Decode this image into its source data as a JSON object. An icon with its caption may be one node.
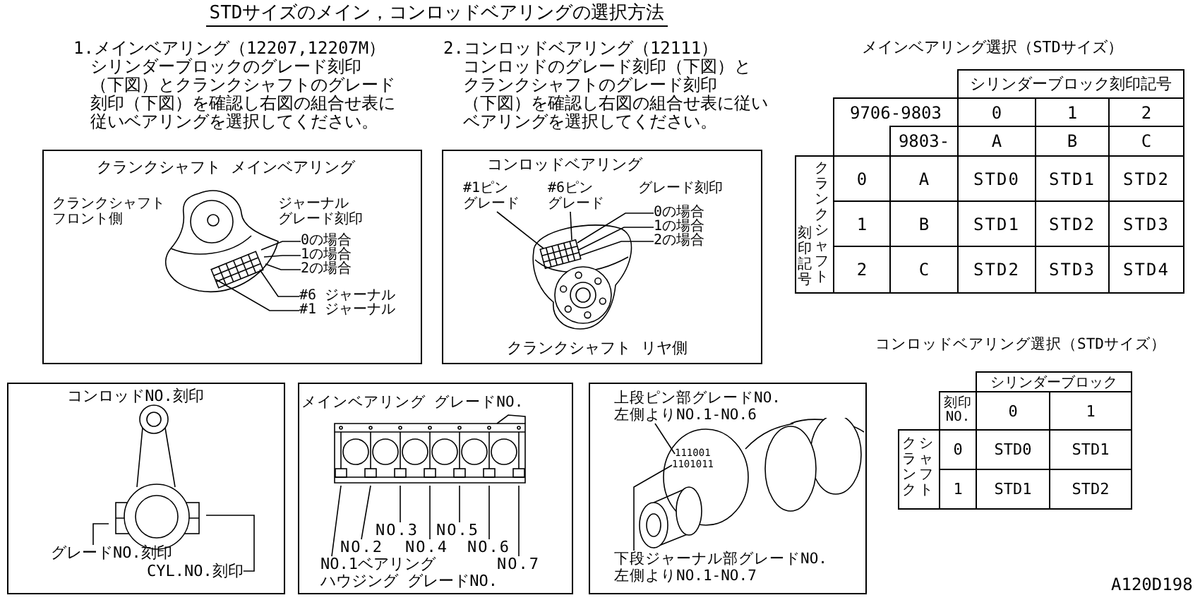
{
  "diagram": {
    "title": "STDサイズのメイン，コンロッドベアリングの選択方法",
    "nodes": [
      {
        "text": [
          "クランクシャフト メインベアリング",
          "クランクシャフトフロント側",
          "ジャーナルグレード刻印"
        ]
      },
      {
        "text": [
          "0の場合"
        ],
        "in": 0
      },
      {
        "text": [
          "1の場合"
        ],
        "in": 0
      },
      {
        "text": [
          "2の場合"
        ],
        "in": 0
      },
      {
        "text": [
          "#6 ジャーナル"
        ],
        "in": 0
      },
      {
        "text": [
          "#1 ジャーナル"
        ],
        "in": 0
      },
      {
        "text": [
          "コンロッドベアリング",
          "グレード刻印",
          "クランクシャフト リヤ側"
        ]
      },
      {
        "text": [
          "#1ピングレード"
        ],
        "in": 6
      },
      {
        "text": [
          "#6ピングレード"
        ],
        "in": 6
      },
      {
        "text": [
          "0の場合"
        ],
        "in": 6
      },
      {
        "text": [
          "1の場合"
        ],
        "in": 6
      },
      {
        "text": [
          "2の場合"
        ],
        "in": 6
      },
      {
        "text": [
          "コンロッドNO.刻印"
        ]
      },
      {
        "text": [
          "グレードNO.刻印"
        ],
        "in": 12
      },
      {
        "text": [
          "CYL.NO.刻印"
        ],
        "in": 12
      },
      {
        "text": [
          "メインベアリング グレードNO."
        ]
      },
      {
        "text": [
          "NO.3"
        ],
        "in": 15
      },
      {
        "text": [
          "NO.5"
        ],
        "in": 15
      },
      {
        "text": [
          "NO.2"
        ],
        "in": 15
      },
      {
        "text": [
          "NO.4"
        ],
        "in": 15
      },
      {
        "text": [
          "NO.6"
        ],
        "in": 15
      },
      {
        "text": [
          "NO.1ベアリング",
          "ハウジング グレードNO."
        ],
        "in": 15
      },
      {
        "text": [
          "NO.7"
        ],
        "in": 15
      },
      {
        "text": [],
        "shape": "box"
      },
      {
        "text": [
          "上段ピン部グレードNO. 左側よりNO.1-NO.6"
        ],
        "in": 23
      },
      {
        "text": [
          "111001"
        ],
        "in": 23
      },
      {
        "text": [
          "1101011"
        ],
        "in": 23
      },
      {
        "text": [
          "下段ジャーナル部グレードNO. 左側よりNO.1-NO.7"
        ],
        "in": 23
      }
    ],
    "edges": [
      {
        "from": 1,
        "to": null,
        "arrow": "none"
      },
      {
        "from": 2,
        "to": null,
        "arrow": "none"
      },
      {
        "from": 3,
        "to": null,
        "arrow": "none"
      },
      {
        "from": 4,
        "to": null,
        "arrow": "none"
      },
      {
        "from": 5,
        "to": null,
        "arrow": "none"
      },
      {
        "from": 7,
        "to": null,
        "arrow": "none"
      },
      {
        "from": 8,
        "to": null,
        "arrow": "none"
      },
      {
        "from": 9,
        "to": null,
        "arrow": "none"
      },
      {
        "from": 10,
        "to": null,
        "arrow": "none"
      },
      {
        "from": 11,
        "to": null,
        "arrow": "none"
      },
      {
        "from": 13,
        "to": null,
        "arrow": "none"
      },
      {
        "from": 14,
        "to": null,
        "arrow": "none"
      },
      {
        "from": 16,
        "to": null,
        "arrow": "none"
      },
      {
        "from": 17,
        "to": null,
        "arrow": "none"
      },
      {
        "from": 18,
        "to": null,
        "arrow": "none"
      },
      {
        "from": 19,
        "to": null,
        "arrow": "none"
      },
      {
        "from": 20,
        "to": null,
        "arrow": "none"
      },
      {
        "from": 21,
        "to": null,
        "arrow": "none"
      },
      {
        "from": 22,
        "to": null,
        "arrow": "none"
      },
      {
        "from": 24,
        "to": 25,
        "arrow": "none"
      },
      {
        "from": 27,
        "to": 26,
        "arrow": "none"
      }
    ],
    "labels": [
      "1.メインベアリング（12207,12207M）",
      "シリンダーブロックのグレード刻印（下図）とクランクシャフトのグレード刻印（下図）を確認し右図の組合せ表に従いベアリングを選択してください。",
      "2.コンロッドベアリング（12111）",
      "コンロッドのグレード刻印（下図）とクランクシャフトのグレード刻印（下図）を確認し右図の組合せ表に従いベアリングを選択してください。",
      "メインベアリング選択（STDサイズ）",
      "シリンダーブロック刻印記号",
      "9706-9803",
      "0",
      "1",
      "2",
      "9803-",
      "A",
      "B",
      "C",
      "クランクシャフト",
      "刻印記号",
      "0",
      "A",
      "STD0",
      "STD1",
      "STD2",
      "1",
      "B",
      "STD1",
      "STD2",
      "STD3",
      "2",
      "C",
      "STD2",
      "STD3",
      "STD4",
      "コンロッドベアリング選択（STDサイズ）",
      "シリンダーブロック",
      "刻印NO.",
      "0",
      "1",
      "クランク",
      "シャフト",
      "0",
      "STD0",
      "STD1",
      "1",
      "STD1",
      "STD2",
      "A120D198"
    ]
  }
}
